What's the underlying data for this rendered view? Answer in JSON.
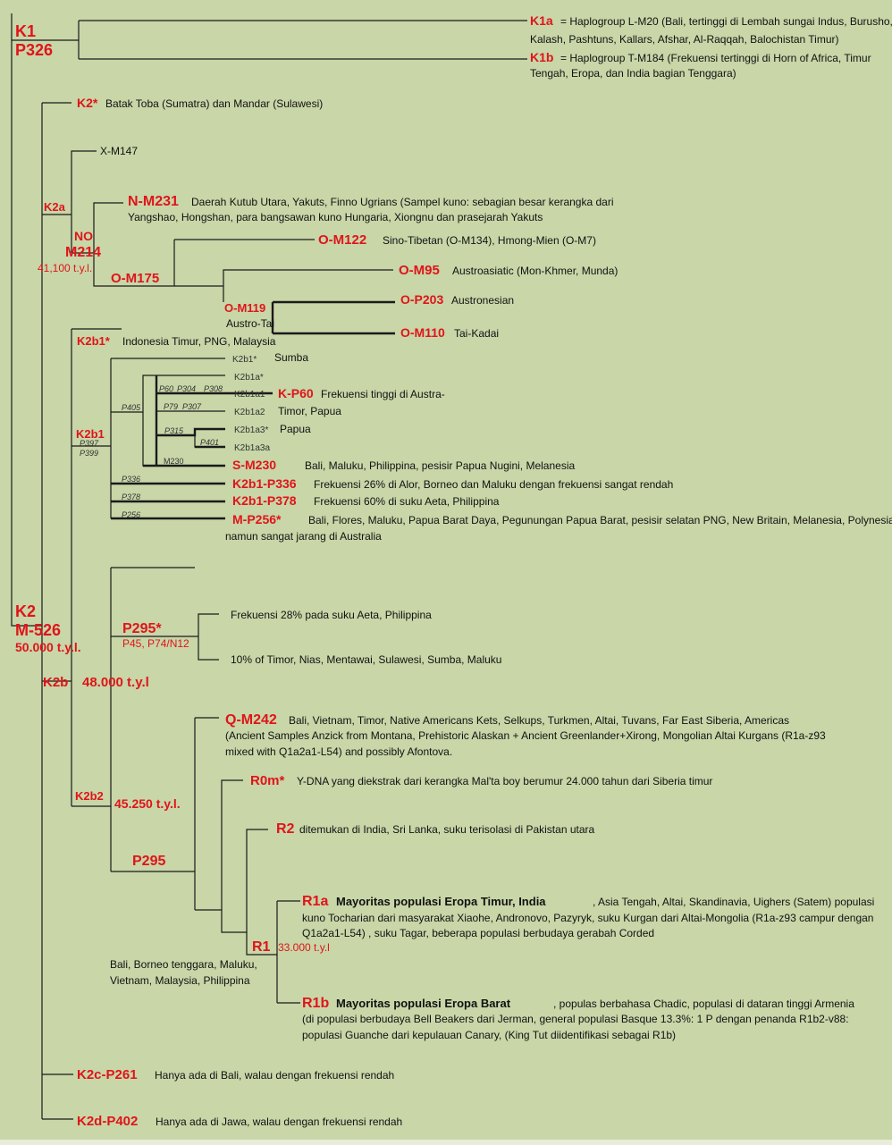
{
  "colors": {
    "background": "#c8d6a8",
    "line": "#1a1a1a",
    "label": "#e0141a",
    "text": "#111111"
  },
  "nodes": {
    "k1": "K1",
    "p326": "P326",
    "k1a": "K1a",
    "k1a_desc1": "= Haplogroup L-M20 (Bali, tertinggi di Lembah sungai Indus, Burusho,",
    "k1a_desc2": "Kalash, Pashtuns, Kallars, Afshar, Al-Raqqah, Balochistan Timur)",
    "k1b": "K1b",
    "k1b_desc1": "= Haplogroup T-M184 (Frekuensi tertinggi di Horn of Africa, Timur",
    "k1b_desc2": "Tengah, Eropa, dan India bagian Tenggara)",
    "k2star": "K2*",
    "k2star_desc": "Batak Toba (Sumatra) dan Mandar (Sulawesi)",
    "xm147": "X-M147",
    "k2a": "K2a",
    "nm231": "N-M231",
    "nm231_desc1": "Daerah Kutub Utara, Yakuts, Finno Ugrians (Sampel kuno: sebagian besar kerangka dari",
    "nm231_desc2": "Yangshao, Hongshan, para bangsawan kuno Hungaria, Xiongnu dan prasejarah Yakuts",
    "no": "NO",
    "m214": "M214",
    "age_41100": "41,100 t.y.l.",
    "om175": "O-M175",
    "om122": "O-M122",
    "om122_desc": "Sino-Tibetan (O-M134), Hmong-Mien (O-M7)",
    "om95": "O-M95",
    "om95_desc": "Austroasiatic (Mon-Khmer, Munda)",
    "om119": "O-M119",
    "austro_tai": "Austro-Tai",
    "op203": "O-P203",
    "op203_desc": "Austronesian",
    "om110": "O-M110",
    "om110_desc": "Tai-Kadai",
    "k2b1star": "K2b1*",
    "k2b1star_desc": "Indonesia Timur, PNG, Malaysia",
    "k2b1_star_small": "K2b1*",
    "sumba": "Sumba",
    "k2b1a_star": "K2b1a*",
    "p60": "P60",
    "p304": "P304",
    "p308": "P308",
    "k2b1a1": "K2b1a1",
    "kp60": "K-P60",
    "kp60_desc": "Frekuensi tinggi di Austra-",
    "p405": "P405",
    "p79": "P79",
    "p307": "P307",
    "k2b1a2": "K2b1a2",
    "timor_papua": "Timor, Papua",
    "p315": "P315",
    "k2b1a3star": "K2b1a3*",
    "papua": "Papua",
    "p401": "P401",
    "k2b1a3a": "K2b1a3a",
    "k2b1": "K2b1",
    "p397": "P397",
    "p399": "P399",
    "m230": "M230",
    "sm230": "S-M230",
    "sm230_desc": "Bali, Maluku, Philippina, pesisir Papua Nugini, Melanesia",
    "p336": "P336",
    "k2b1p336": "K2b1-P336",
    "k2b1p336_desc": "Frekuensi 26% di Alor, Borneo dan Maluku dengan frekuensi sangat rendah",
    "p378": "P378",
    "k2b1p378": "K2b1-P378",
    "k2b1p378_desc": "Frekuensi 60% di suku Aeta, Philippina",
    "p256": "P256",
    "mp256": "M-P256*",
    "mp256_desc1": "Bali, Flores, Maluku, Papua Barat Daya, Pegunungan Papua Barat, pesisir selatan PNG, New Britain, Melanesia, Polynesia",
    "mp256_desc2": "namun sangat jarang di Australia",
    "k2": "K2",
    "m526": "M-526",
    "age_50000": "50.000 t.y.l.",
    "p295star": "P295*",
    "p295star_sub": "P45, P74/N12",
    "aeta28": "Frekuensi 28% pada suku Aeta, Philippina",
    "timor10": "10% of Timor, Nias, Mentawai, Sulawesi, Sumba, Maluku",
    "k2b": "K2b",
    "age_48000": "48.000 t.y.l",
    "qm242": "Q-M242",
    "qm242_desc1": "Bali, Vietnam, Timor,  Native Americans Kets, Selkups, Turkmen, Altai, Tuvans, Far East Siberia, Americas",
    "qm242_desc2": "(Ancient Samples Anzick from Montana, Prehistoric Alaskan + Ancient Greenlander+Xirong, Mongolian Altai Kurgans (R1a-z93",
    "qm242_desc3": "mixed with Q1a2a1-L54) and possibly Afontova.",
    "r0m": "R0m*",
    "r0m_desc": "Y-DNA yang diekstrak dari kerangka Mal'ta boy berumur 24.000 tahun dari Siberia timur",
    "k2b2": "K2b2",
    "age_45250": "45.250 t.y.l.",
    "r2": "R2",
    "r2_desc": "ditemukan di India, Sri Lanka, suku terisolasi di Pakistan utara",
    "p295": "P295",
    "r1a": "R1a",
    "r1a_bold": "Mayoritas populasi Eropa Timur, India",
    "r1a_desc1": ", Asia Tengah, Altai, Skandinavia, Uighers (Satem) populasi",
    "r1a_desc2": "kuno Tocharian dari masyarakat Xiaohe, Andronovo, Pazyryk, suku Kurgan dari Altai-Mongolia (R1a-z93 campur dengan",
    "r1a_desc3": "Q1a2a1-L54) , suku Tagar, beberapa populasi berbudaya gerabah Corded",
    "r1": "R1",
    "age_33000": "33.000 t.y.l",
    "bali_borneo1": "Bali, Borneo tenggara, Maluku,",
    "bali_borneo2": "Vietnam, Malaysia, Philippina",
    "r1b": "R1b",
    "r1b_bold": "Mayoritas populasi Eropa Barat",
    "r1b_desc1": ", populas berbahasa Chadic, populasi di dataran tinggi Armenia",
    "r1b_desc2": "(di populasi berbudaya Bell Beakers dari Jerman, general populasi Basque 13.3%: 1 P dengan penanda R1b2-v88:",
    "r1b_desc3": "populasi Guanche dari kepulauan Canary, (King Tut diidentifikasi sebagai R1b)",
    "k2cp261": "K2c-P261",
    "k2cp261_desc": "Hanya ada di Bali, walau dengan frekuensi rendah",
    "k2dp402": "K2d-P402",
    "k2dp402_desc": "Hanya ada di Jawa, walau dengan frekuensi rendah"
  }
}
